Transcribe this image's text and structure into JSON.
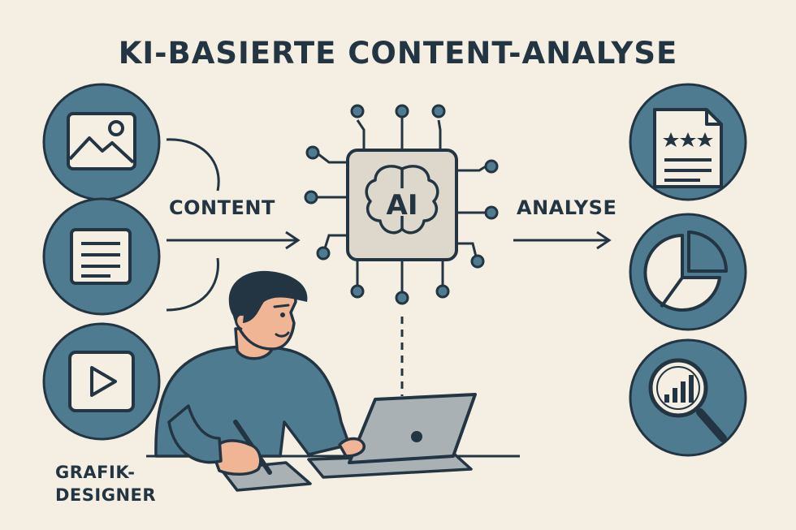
{
  "title": "KI-BASIERTE CONTENT-ANALYSE",
  "labels": {
    "content": "CONTENT",
    "analyse": "ANALYSE",
    "designer_line1": "GRAFIK-",
    "designer_line2": "DESIGNER"
  },
  "chip": {
    "text": "AI"
  },
  "colors": {
    "background": "#F5EEE3",
    "circle": "#4F7B91",
    "ink": "#233542",
    "paper": "#F5EEE3",
    "chip": "#DDD8CB",
    "laptop": "#A9B1B5",
    "skin": "#F0B595",
    "shirt": "#4F7B91"
  },
  "icons": {
    "inputs": [
      "image-icon",
      "document-icon",
      "video-play-icon"
    ],
    "outputs": [
      "rated-document-icon",
      "pie-chart-icon",
      "magnifier-chart-icon"
    ]
  }
}
